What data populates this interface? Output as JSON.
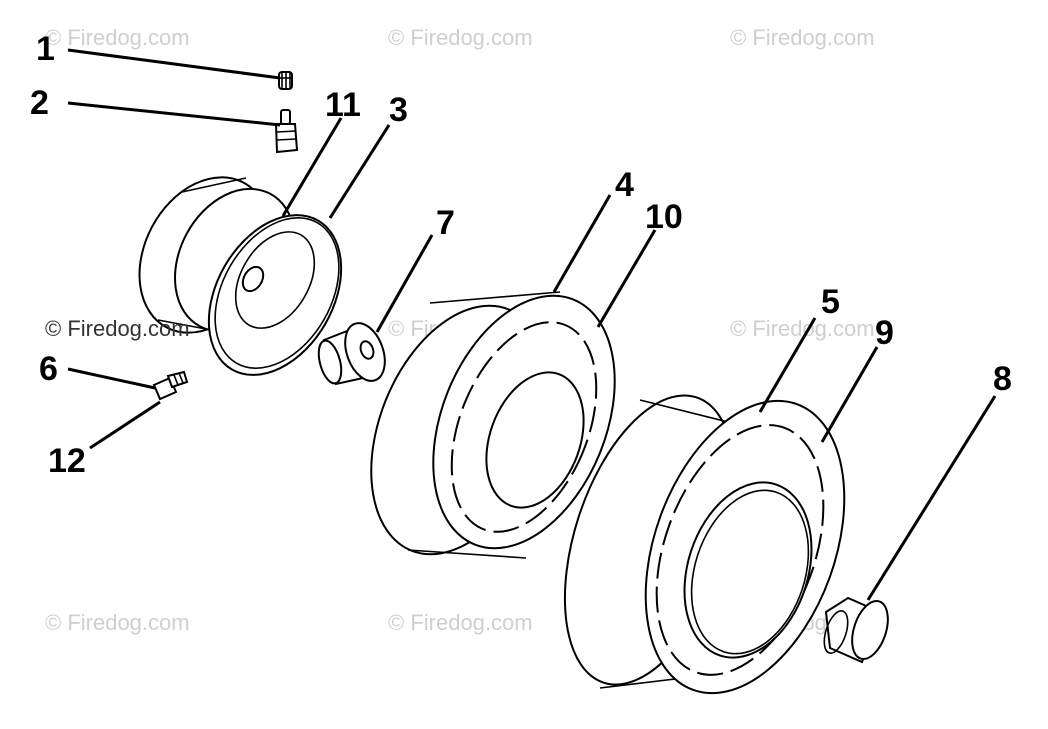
{
  "watermark": "© Firedog.com",
  "callouts": [
    {
      "id": "1",
      "label": "1",
      "part": "valve-cap"
    },
    {
      "id": "2",
      "label": "2",
      "part": "valve-stem"
    },
    {
      "id": "3",
      "label": "3",
      "part": "rim-half"
    },
    {
      "id": "4",
      "label": "4",
      "part": "front-tire"
    },
    {
      "id": "5",
      "label": "5",
      "part": "rear-tire"
    },
    {
      "id": "6",
      "label": "6",
      "part": "grease-fitting"
    },
    {
      "id": "7",
      "label": "7",
      "part": "flange-bushing"
    },
    {
      "id": "8",
      "label": "8",
      "part": "bushing"
    },
    {
      "id": "9",
      "label": "9",
      "part": "rear-tire-alt"
    },
    {
      "id": "10",
      "label": "10",
      "part": "front-tire-alt"
    },
    {
      "id": "11",
      "label": "11",
      "part": "wheel-rim"
    },
    {
      "id": "12",
      "label": "12",
      "part": "grease-fitting-alt"
    }
  ]
}
